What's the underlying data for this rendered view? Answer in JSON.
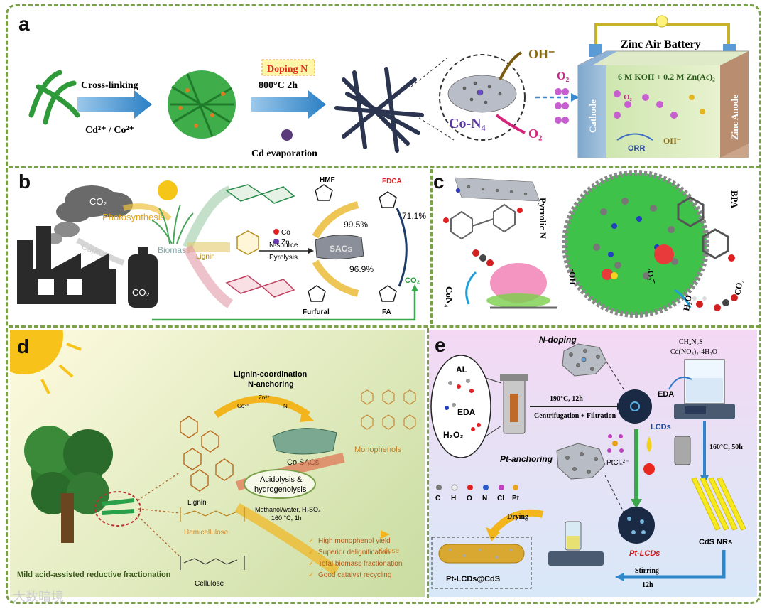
{
  "panels": {
    "a": {
      "label": "a",
      "cross_linking": "Cross-linking",
      "ions": "Cd²⁺ / Co²⁺",
      "doping": "Doping N",
      "temp": "800°C 2h",
      "cd_evap": "Cd evaporation",
      "oh": "OH⁻",
      "o2_right": "O₂",
      "o2_left": "O₂",
      "con4": "Co-N₄",
      "battery_title": "Zinc Air Battery",
      "electrolyte": "6 M KOH + 0.2 M Zn(Ac)₂",
      "cathode": "Cathode",
      "anode": "Zinc Anode",
      "orr": "ORR",
      "oh_cell": "OH⁻",
      "o2_cell": "O₂"
    },
    "b": {
      "label": "b",
      "co2_cloud": "CO₂",
      "photosynthesis": "Photosynthesis",
      "capture": "Capture",
      "co2_tank": "CO₂",
      "biomass": "Biomass",
      "lignin": "Lignin",
      "co": "Co",
      "zn": "Zn",
      "n_source": "N-source",
      "pyrolysis": "Pyrolysis",
      "sacs": "SACs",
      "hmf": "HMF",
      "fdca": "FDCA",
      "y1": "99.5%",
      "y2": "96.9%",
      "y3": "71.1%",
      "furfural": "Furfural",
      "fa": "FA",
      "co2_right": "CO₂"
    },
    "c": {
      "label": "c",
      "pyrrolic": "Pyrrolic N",
      "bpa": "BPA",
      "con4": "CoN₄",
      "oh": "·OH",
      "o2": "·O₂⁻",
      "h2o": "H₂O",
      "co2": "CO₂"
    },
    "d": {
      "label": "d",
      "title1": "Lignin-coordination",
      "title2": "N-anchoring",
      "zn": "Zn²⁺",
      "co": "Co²⁺",
      "n": "N",
      "lignin": "Lignin",
      "cosacs": "Co SACs",
      "monophenols": "Monophenols",
      "hemicellulose": "Hemicellulose",
      "cellulose": "Cellulose",
      "process1": "Acidolysis &",
      "process2": "hydrogenolysis",
      "cond1": "Methanol/water, H₂SO₄",
      "cond2": "160 °C, 1h",
      "xylose": "Xylose",
      "mild": "Mild acid-assisted reductive fractionation",
      "checklist": [
        "High monophenol yield",
        "Superior delignification",
        "Total biomass fractionation",
        "Good catalyst recycling"
      ]
    },
    "e": {
      "label": "e",
      "ndoping": "N-doping",
      "reagents1": "CH₄N₂S",
      "reagents2": "Cd(NO₃)₂·4H₂O",
      "al": "AL",
      "eda": "EDA",
      "h2o2": "H₂O₂",
      "cond1": "190°C, 12h",
      "cond2": "Centrifugation + Filtration",
      "lcds": "LCDs",
      "eda2": "EDA",
      "temp2": "160°C, 50h",
      "ptanchoring": "Pt-anchoring",
      "ptcl": "PtCl₆²⁻",
      "legend": [
        "C",
        "H",
        "O",
        "N",
        "Cl",
        "Pt"
      ],
      "ptlcds": "Pt-LCDs",
      "cdsnrs": "CdS NRs",
      "drying": "Drying",
      "stirring": "Stirring",
      "hours": "12h",
      "product": "Pt-LCDs@CdS"
    }
  },
  "watermark": "大数暗境",
  "colors": {
    "frame": "#7aa04a",
    "arrow": "#2f86c8",
    "hot": "#e8281f",
    "gold": "#f2b51e"
  }
}
